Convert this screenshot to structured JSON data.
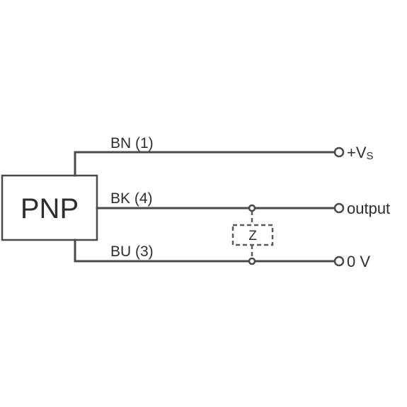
{
  "block": {
    "label": "PNP"
  },
  "wires": [
    {
      "label": "BN (1)",
      "terminal": "+V",
      "terminal_sub": "S"
    },
    {
      "label": "BK (4)",
      "terminal": "output"
    },
    {
      "label": "BU (3)",
      "terminal": "0 V"
    }
  ],
  "load": {
    "label": "Z"
  },
  "colors": {
    "line": "#4a4a4a",
    "text": "#2e2e2e",
    "background": "#ffffff"
  }
}
